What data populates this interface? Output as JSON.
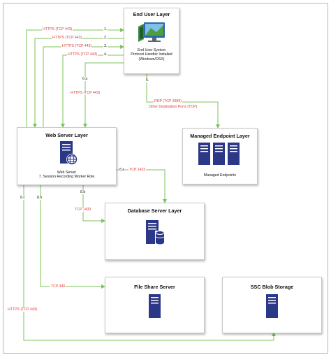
{
  "end_user": {
    "title": "End User Layer",
    "caption": [
      "End User System",
      "Protocol Handler Installed",
      "(Windows/OSX)"
    ]
  },
  "web_server": {
    "title": "Web Server Layer",
    "caption": [
      "Web Server",
      "7. Session Recording Worker Role"
    ]
  },
  "managed_endpoint": {
    "title": "Managed Endpoint Layer",
    "caption": "Managed Endpoints"
  },
  "database_server": {
    "title": "Database Server Layer"
  },
  "file_share": {
    "title": "File Share Server"
  },
  "blob_storage": {
    "title": "SSC Blob Storage"
  },
  "connections": {
    "https_1": "HTTPS (TCP 443)",
    "https_2": "HTTPS (TCP 443)",
    "https_3": "HTTPS (TCP 443)",
    "https_4": "HTTPS (TCP 443)",
    "https_6a": "HTTPS (TCP 443)",
    "rdp_5": "RDP (TCP 3389)",
    "other_5": "Other Destination Ports (TCP)",
    "tcp_1433_8a": "TCP 1433",
    "tcp_1433_8b": "TCP 1433",
    "tcp_445": "TCP 445",
    "https_8c": "HTTPS (TCP 443)"
  },
  "step_numbers": {
    "n1": "1.",
    "n2": "2.",
    "n3": "3.",
    "n4": "4.",
    "n5": "5.",
    "n6a": "6.a",
    "n8a": "8.a",
    "n8b": "8.b",
    "n8b_left": "8.b",
    "n8c": "8.c"
  },
  "colors": {
    "line": "#7cc35a",
    "label": "#e03a3a",
    "server": "#2b3787"
  }
}
